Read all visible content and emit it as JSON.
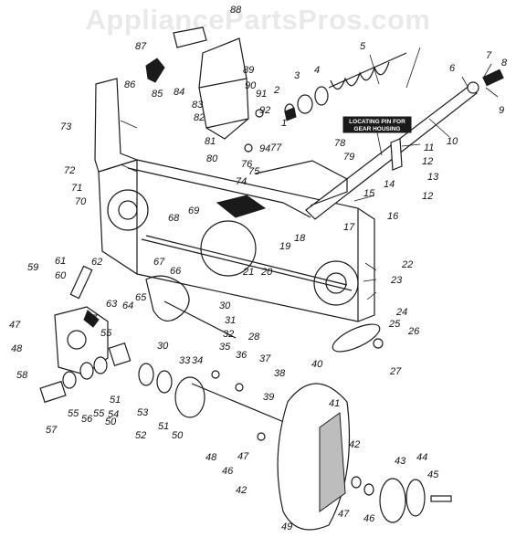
{
  "watermark": "AppliancePartsPros.com",
  "note": {
    "line1": "LOCATING PIN FOR",
    "line2": "GEAR HOUSING"
  },
  "callouts": [
    {
      "id": "c1",
      "text": "1"
    },
    {
      "id": "c2",
      "text": "2"
    },
    {
      "id": "c3",
      "text": "3"
    },
    {
      "id": "c4",
      "text": "4"
    },
    {
      "id": "c5",
      "text": "5"
    },
    {
      "id": "c6",
      "text": "6"
    },
    {
      "id": "c7",
      "text": "7"
    },
    {
      "id": "c8",
      "text": "8"
    },
    {
      "id": "c9",
      "text": "9"
    },
    {
      "id": "c10",
      "text": "10"
    },
    {
      "id": "c11",
      "text": "11"
    },
    {
      "id": "c12a",
      "text": "12"
    },
    {
      "id": "c12b",
      "text": "12"
    },
    {
      "id": "c13",
      "text": "13"
    },
    {
      "id": "c14",
      "text": "14"
    },
    {
      "id": "c15",
      "text": "15"
    },
    {
      "id": "c16",
      "text": "16"
    },
    {
      "id": "c17",
      "text": "17"
    },
    {
      "id": "c18",
      "text": "18"
    },
    {
      "id": "c19",
      "text": "19"
    },
    {
      "id": "c20",
      "text": "20"
    },
    {
      "id": "c21",
      "text": "21"
    },
    {
      "id": "c22",
      "text": "22"
    },
    {
      "id": "c23",
      "text": "23"
    },
    {
      "id": "c24",
      "text": "24"
    },
    {
      "id": "c25",
      "text": "25"
    },
    {
      "id": "c26",
      "text": "26"
    },
    {
      "id": "c27",
      "text": "27"
    },
    {
      "id": "c28",
      "text": "28"
    },
    {
      "id": "c30a",
      "text": "30"
    },
    {
      "id": "c30b",
      "text": "30"
    },
    {
      "id": "c31",
      "text": "31"
    },
    {
      "id": "c32",
      "text": "32"
    },
    {
      "id": "c33",
      "text": "33"
    },
    {
      "id": "c34",
      "text": "34"
    },
    {
      "id": "c35",
      "text": "35"
    },
    {
      "id": "c36",
      "text": "36"
    },
    {
      "id": "c37",
      "text": "37"
    },
    {
      "id": "c38",
      "text": "38"
    },
    {
      "id": "c39",
      "text": "39"
    },
    {
      "id": "c40",
      "text": "40"
    },
    {
      "id": "c41",
      "text": "41"
    },
    {
      "id": "c42a",
      "text": "42"
    },
    {
      "id": "c42b",
      "text": "42"
    },
    {
      "id": "c43",
      "text": "43"
    },
    {
      "id": "c44",
      "text": "44"
    },
    {
      "id": "c45",
      "text": "45"
    },
    {
      "id": "c46a",
      "text": "46"
    },
    {
      "id": "c46b",
      "text": "46"
    },
    {
      "id": "c47a",
      "text": "47"
    },
    {
      "id": "c47b",
      "text": "47"
    },
    {
      "id": "c47c",
      "text": "47"
    },
    {
      "id": "c48a",
      "text": "48"
    },
    {
      "id": "c48b",
      "text": "48"
    },
    {
      "id": "c49",
      "text": "49"
    },
    {
      "id": "c50a",
      "text": "50"
    },
    {
      "id": "c50b",
      "text": "50"
    },
    {
      "id": "c51a",
      "text": "51"
    },
    {
      "id": "c51b",
      "text": "51"
    },
    {
      "id": "c52",
      "text": "52"
    },
    {
      "id": "c53",
      "text": "53"
    },
    {
      "id": "c54",
      "text": "54"
    },
    {
      "id": "c55a",
      "text": "55"
    },
    {
      "id": "c55b",
      "text": "55"
    },
    {
      "id": "c55c",
      "text": "55"
    },
    {
      "id": "c56",
      "text": "56"
    },
    {
      "id": "c57a",
      "text": "57"
    },
    {
      "id": "c57b",
      "text": "57"
    },
    {
      "id": "c58",
      "text": "58"
    },
    {
      "id": "c59",
      "text": "59"
    },
    {
      "id": "c60",
      "text": "60"
    },
    {
      "id": "c61",
      "text": "61"
    },
    {
      "id": "c62",
      "text": "62"
    },
    {
      "id": "c63",
      "text": "63"
    },
    {
      "id": "c64",
      "text": "64"
    },
    {
      "id": "c65",
      "text": "65"
    },
    {
      "id": "c66",
      "text": "66"
    },
    {
      "id": "c67",
      "text": "67"
    },
    {
      "id": "c68",
      "text": "68"
    },
    {
      "id": "c69",
      "text": "69"
    },
    {
      "id": "c70",
      "text": "70"
    },
    {
      "id": "c71",
      "text": "71"
    },
    {
      "id": "c72",
      "text": "72"
    },
    {
      "id": "c73",
      "text": "73"
    },
    {
      "id": "c74",
      "text": "74"
    },
    {
      "id": "c75",
      "text": "75"
    },
    {
      "id": "c76",
      "text": "76"
    },
    {
      "id": "c77",
      "text": "77"
    },
    {
      "id": "c78",
      "text": "78"
    },
    {
      "id": "c79",
      "text": "79"
    },
    {
      "id": "c80",
      "text": "80"
    },
    {
      "id": "c81",
      "text": "81"
    },
    {
      "id": "c82",
      "text": "82"
    },
    {
      "id": "c83",
      "text": "83"
    },
    {
      "id": "c84",
      "text": "84"
    },
    {
      "id": "c85",
      "text": "85"
    },
    {
      "id": "c86",
      "text": "86"
    },
    {
      "id": "c87",
      "text": "87"
    },
    {
      "id": "c88",
      "text": "88"
    },
    {
      "id": "c89",
      "text": "89"
    },
    {
      "id": "c90",
      "text": "90"
    },
    {
      "id": "c91",
      "text": "91"
    },
    {
      "id": "c92",
      "text": "92"
    },
    {
      "id": "c94",
      "text": "94"
    }
  ]
}
